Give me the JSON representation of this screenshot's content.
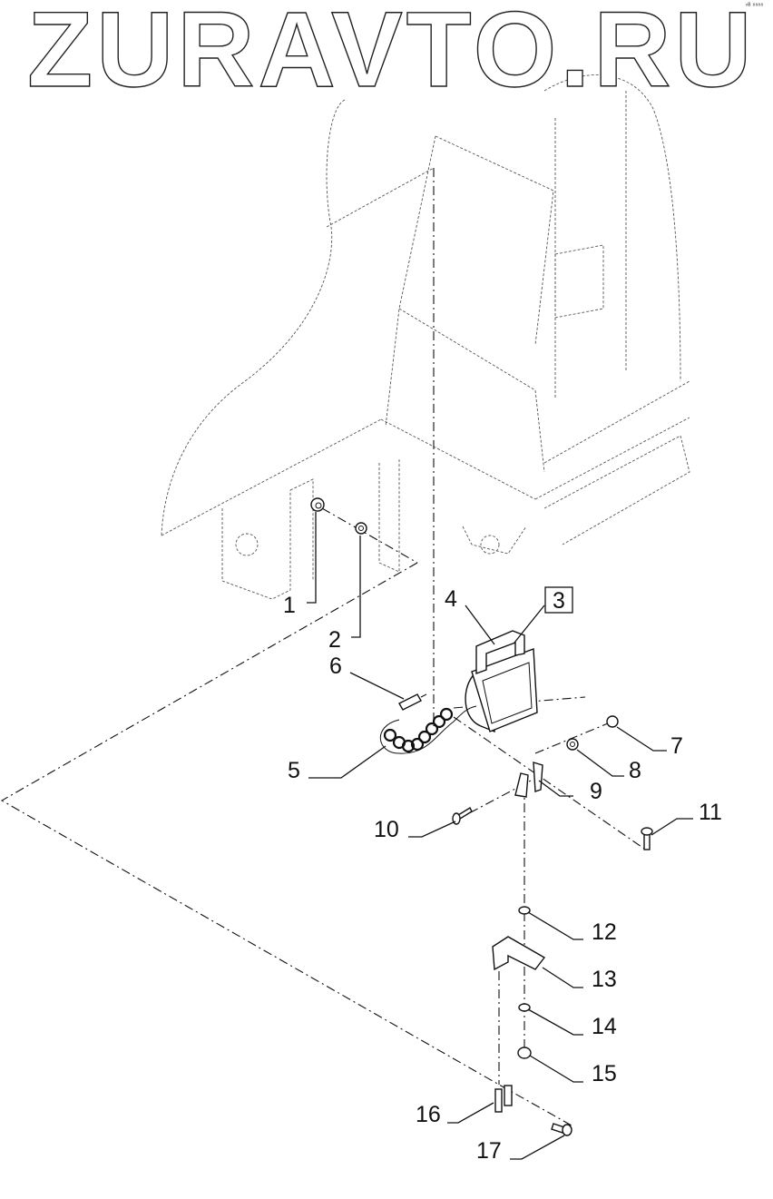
{
  "watermark": {
    "text": "ZURAVTO.RU"
  },
  "corner_tag": {
    "text": "ⁿᴮ ⁸⁸⁸⁸"
  },
  "diagram": {
    "type": "exploded-parts-view",
    "boxed_reference": {
      "label": "3"
    },
    "callouts": [
      {
        "id": "1",
        "label": "1",
        "part": "nut"
      },
      {
        "id": "2",
        "label": "2",
        "part": "washer"
      },
      {
        "id": "4",
        "label": "4",
        "part": "work-lamp"
      },
      {
        "id": "5",
        "label": "5",
        "part": "coiled-cable"
      },
      {
        "id": "6",
        "label": "6",
        "part": "plug"
      },
      {
        "id": "7",
        "label": "7",
        "part": "nut"
      },
      {
        "id": "8",
        "label": "8",
        "part": "washer"
      },
      {
        "id": "9",
        "label": "9",
        "part": "bracket"
      },
      {
        "id": "10",
        "label": "10",
        "part": "bolt"
      },
      {
        "id": "11",
        "label": "11",
        "part": "bolt"
      },
      {
        "id": "12",
        "label": "12",
        "part": "washer"
      },
      {
        "id": "13",
        "label": "13",
        "part": "mounting-bracket"
      },
      {
        "id": "14",
        "label": "14",
        "part": "washer"
      },
      {
        "id": "15",
        "label": "15",
        "part": "nut"
      },
      {
        "id": "16",
        "label": "16",
        "part": "clip-holder"
      },
      {
        "id": "17",
        "label": "17",
        "part": "bolt"
      }
    ]
  }
}
